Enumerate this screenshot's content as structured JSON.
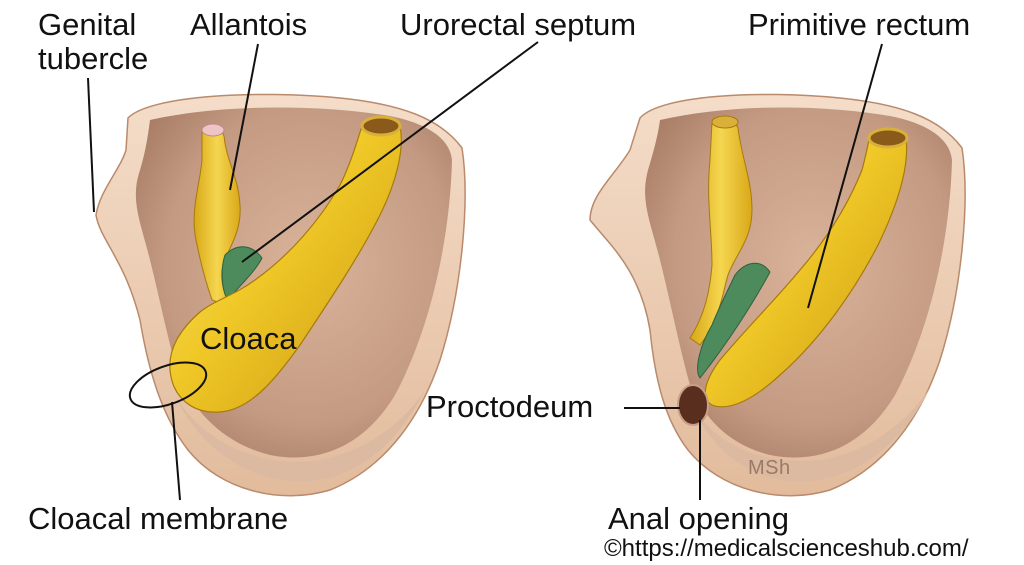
{
  "left_panel": {
    "labels": {
      "genital_tubercle_line1": "Genital",
      "genital_tubercle_line2": "tubercle",
      "allantois": "Allantois",
      "urorectal_septum": "Urorectal septum",
      "cloaca": "Cloaca",
      "cloacal_membrane": "Cloacal membrane"
    }
  },
  "right_panel": {
    "labels": {
      "primitive_rectum": "Primitive rectum",
      "proctodeum": "Proctodeum",
      "anal_opening": "Anal opening"
    },
    "watermark_initials": "MSh"
  },
  "credit": "©https://medicalscienceshub.com/",
  "colors": {
    "tissue_light": "#f1d7c2",
    "tissue_inner": "#c99e86",
    "tissue_rim": "#e6c0a2",
    "gut_yellow": "#f2cf2e",
    "gut_shadow": "#c79a12",
    "septum_green": "#4d8a5c",
    "allantois_tip": "#efc4c7",
    "leader_line": "#111111"
  }
}
